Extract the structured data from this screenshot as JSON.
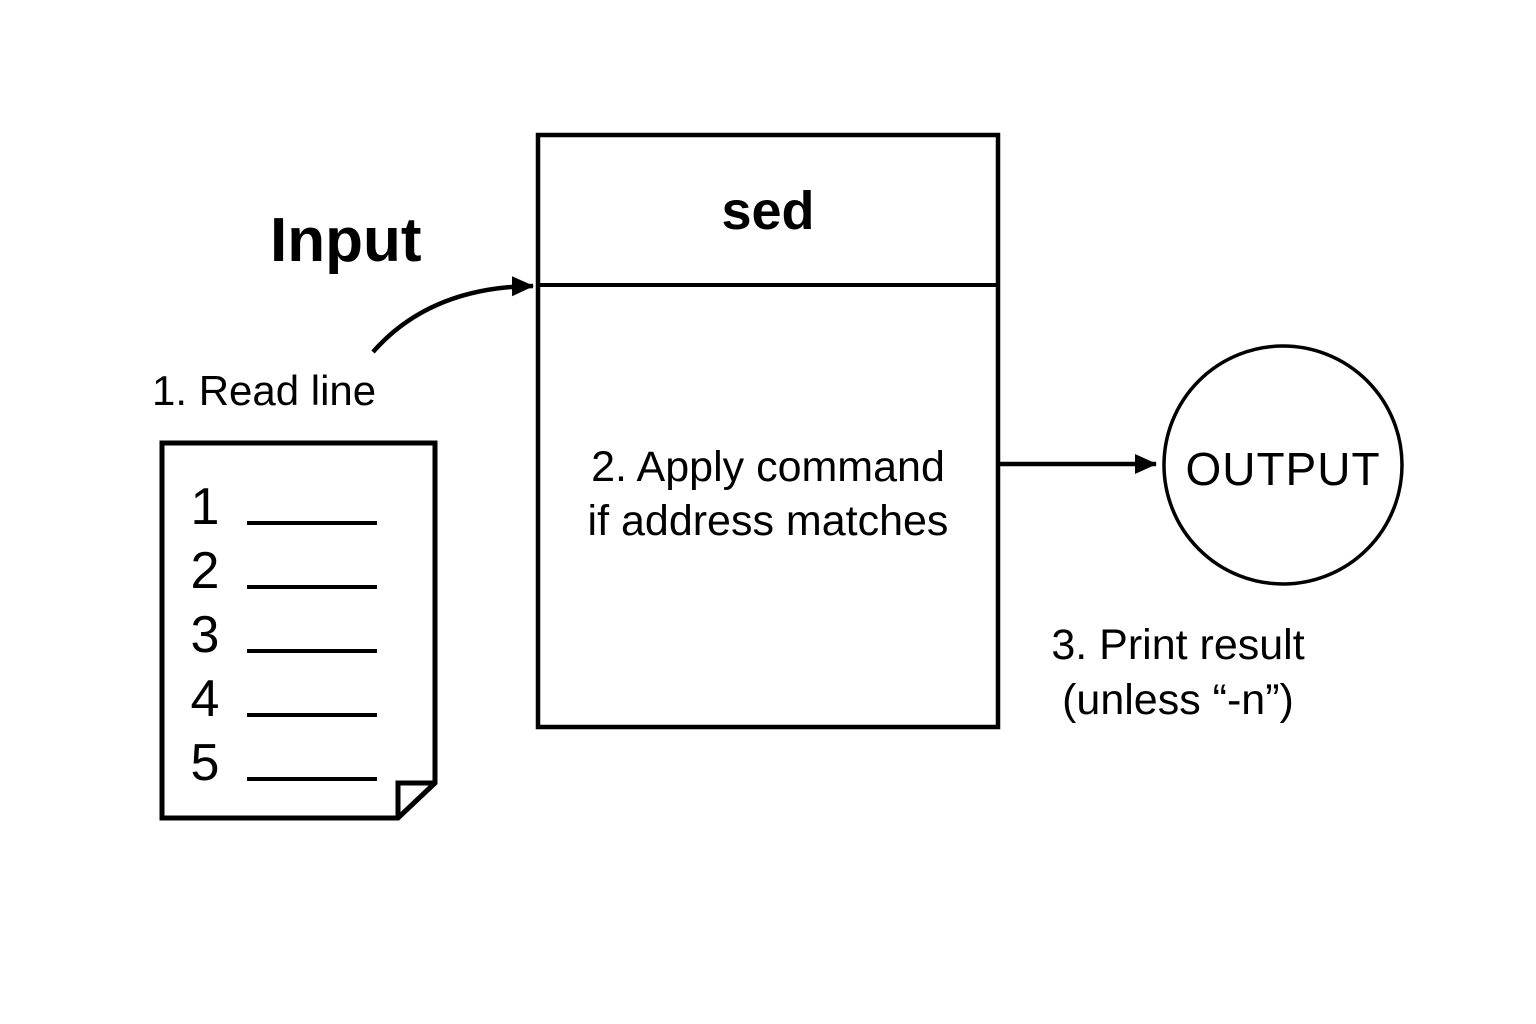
{
  "diagram": {
    "input_label": "Input",
    "steps": {
      "step1": "1. Read line",
      "step2_line1": "2. Apply command",
      "step2_line2": "if address matches",
      "step3_line1": "3. Print result",
      "step3_line2": "(unless “-n”)"
    },
    "sed_box": {
      "title": "sed"
    },
    "output": {
      "label": "OUTPUT"
    },
    "document": {
      "rows": [
        "1",
        "2",
        "3",
        "4",
        "5"
      ]
    },
    "colors": {
      "ink": "#000000",
      "background": "#ffffff"
    }
  }
}
